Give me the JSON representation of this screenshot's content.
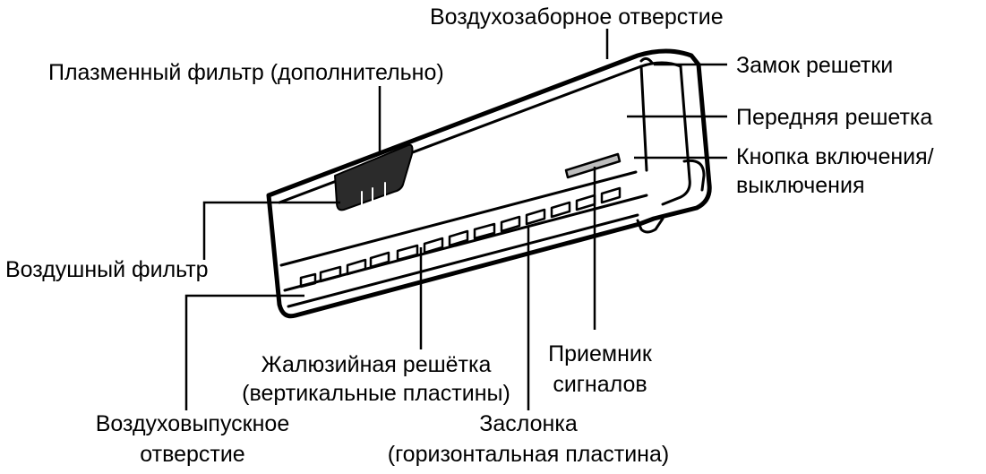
{
  "labels": {
    "air_intake": "Воздухозаборное отверстие",
    "plasma_filter": "Плазменный фильтр (дополнительно)",
    "grille_lock": "Замок решетки",
    "front_grille": "Передняя решетка",
    "power_button_line1": "Кнопка включения/",
    "power_button_line2": "выключения",
    "air_filter": "Воздушный фильтр",
    "louver_line1": "Жалюзийная решётка",
    "louver_line2": "(вертикальные пластины)",
    "signal_receiver_line1": "Приемник",
    "signal_receiver_line2": "сигналов",
    "air_outlet_line1": "Воздуховыпускное",
    "air_outlet_line2": "отверстие",
    "flap_line1": "Заслонка",
    "flap_line2": "(горизонтальная пластина)"
  },
  "colors": {
    "stroke": "#000000",
    "background": "#ffffff",
    "filter_fill": "#2b2b2b",
    "receiver_fill": "#bdbdbd"
  }
}
